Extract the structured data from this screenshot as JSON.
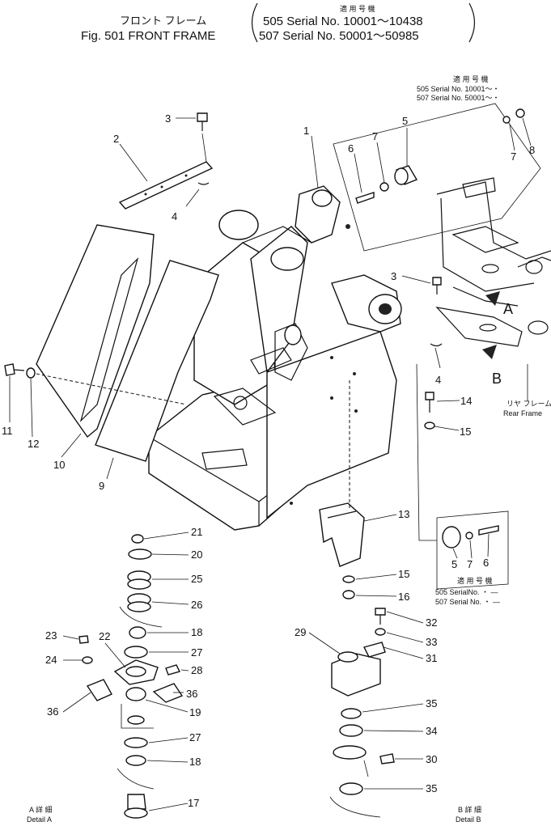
{
  "header": {
    "title_jp": "フロント フレーム",
    "title_en": "Fig. 501 FRONT FRAME",
    "applicable_label": "適 用 号 機",
    "serial_line_1": "505 Serial No. 10001～10438",
    "serial_line_2": "507 Serial No. 50001～50985"
  },
  "notes": {
    "top_right": {
      "label": "適 用 号 機",
      "line_1": "505 Serial No. 10001～・",
      "line_2": "507 Serial No. 50001～・"
    },
    "mid_right": {
      "label": "適 用 号 機",
      "line_1": "505 SerialNo. ・ —",
      "line_2": "507 Serial No. ・ —"
    }
  },
  "view_labels": {
    "arrow_a": "A",
    "arrow_b": "B",
    "rear_frame_jp": "リヤ フレーム",
    "rear_frame_en": "Rear Frame",
    "detail_a_jp": "A 詳 細",
    "detail_a_en": "Detail A",
    "detail_b_jp": "B 詳 細",
    "detail_b_en": "Detail B"
  },
  "callouts": {
    "c1": "1",
    "c2": "2",
    "c3": "3",
    "c3b": "3",
    "c4": "4",
    "c4b": "4",
    "c5": "5",
    "c5b": "5",
    "c6": "6",
    "c6b": "6",
    "c7": "7",
    "c7b": "7",
    "c7c": "7",
    "c8": "8",
    "c9": "9",
    "c10": "10",
    "c11": "11",
    "c12": "12",
    "c13": "13",
    "c14": "14",
    "c15": "15",
    "c15b": "15",
    "c16": "16",
    "c17": "17",
    "c18": "18",
    "c18b": "18",
    "c19": "19",
    "c20": "20",
    "c21": "21",
    "c22": "22",
    "c23": "23",
    "c24": "24",
    "c25": "25",
    "c26": "26",
    "c27": "27",
    "c27b": "27",
    "c28": "28",
    "c29": "29",
    "c30": "30",
    "c31": "31",
    "c32": "32",
    "c33": "33",
    "c34": "34",
    "c35": "35",
    "c35b": "35",
    "c36": "36",
    "c36b": "36"
  }
}
